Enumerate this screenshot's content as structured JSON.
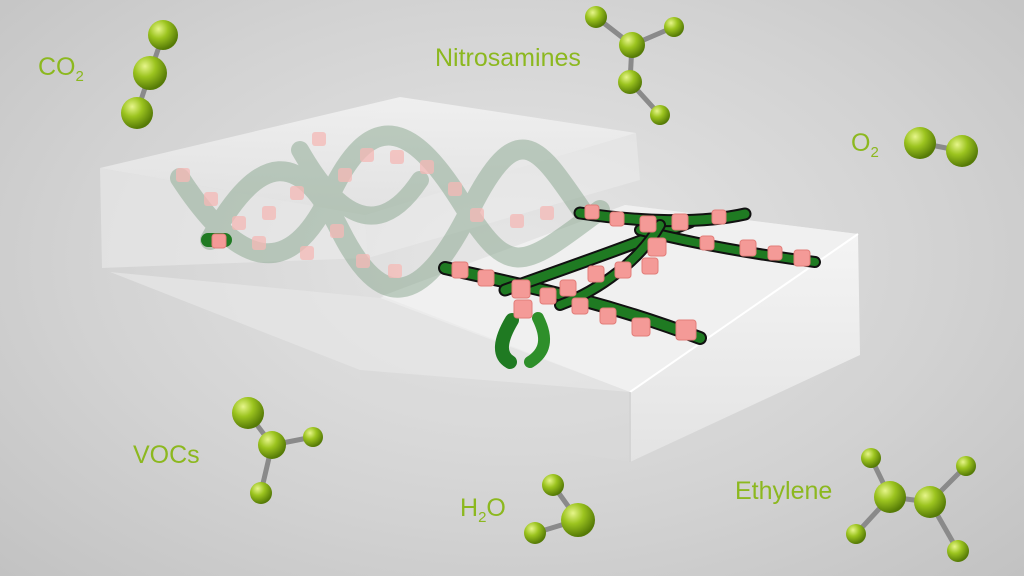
{
  "labels": {
    "co2": {
      "main": "CO",
      "sub": "2"
    },
    "nitrosamines": "Nitrosamines",
    "o2": {
      "main": "O",
      "sub": "2"
    },
    "vocs": "VOCs",
    "h2o": {
      "pre": "H",
      "sub": "2",
      "post": "O"
    },
    "ethylene": "Ethylene"
  },
  "colors": {
    "molecule_green": "#8cb81f",
    "label_green": "#8cb81f",
    "bead_pink": "#f49a97",
    "ribbon_green": "#1f7a22",
    "background": "#d6d6d6"
  }
}
